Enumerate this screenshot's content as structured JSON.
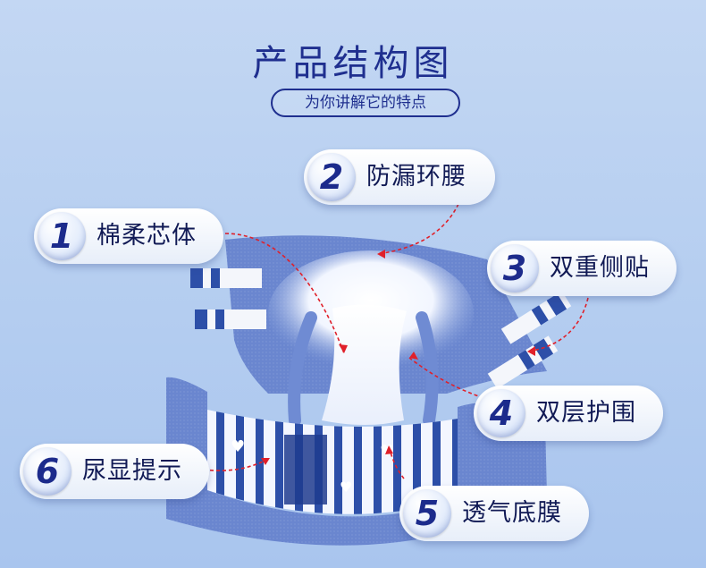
{
  "header": {
    "title": "产品结构图",
    "subtitle": "为你讲解它的特点"
  },
  "features": [
    {
      "number": "1",
      "label": "棉柔芯体"
    },
    {
      "number": "2",
      "label": "防漏环腰"
    },
    {
      "number": "3",
      "label": "双重侧贴"
    },
    {
      "number": "4",
      "label": "双层护围"
    },
    {
      "number": "5",
      "label": "透气底膜"
    },
    {
      "number": "6",
      "label": "尿显提示"
    }
  ],
  "colors": {
    "background": "#b9d0f1",
    "accent": "#1f2f8f",
    "arrow": "#e0202a",
    "diaper_blue": "#5a78c8",
    "stripe_blue": "#2d4fa8"
  }
}
